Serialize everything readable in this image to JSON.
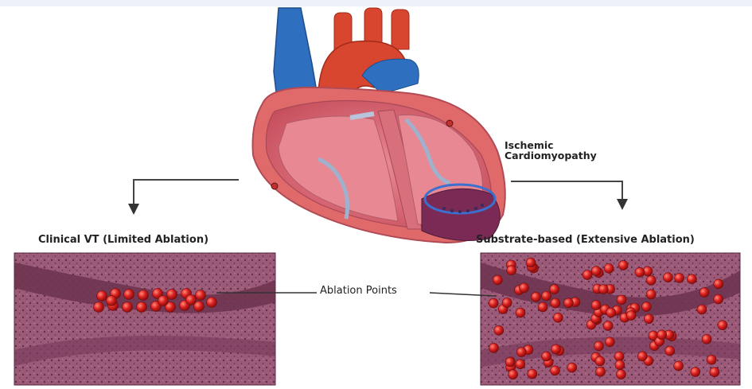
{
  "labels": {
    "condition_line1": "Ischemic",
    "condition_line2": "Cardiomyopathy",
    "left_panel_title": "Clinical VT  (Limited Ablation)",
    "right_panel_title": "Substrate-based (Extensive Ablation)",
    "ablation_points": "Ablation Points"
  },
  "colors": {
    "tissue": "#9a5a78",
    "vessel_band": "#6e3450",
    "ablation_point": "#d91f1f",
    "aorta": "#d9462f",
    "vena_cava": "#2f6fbf",
    "myocardium": "#e0707c",
    "scar": "#7a2a55"
  },
  "icons": [
    "arrow-down-icon",
    "arrow-down-icon"
  ]
}
